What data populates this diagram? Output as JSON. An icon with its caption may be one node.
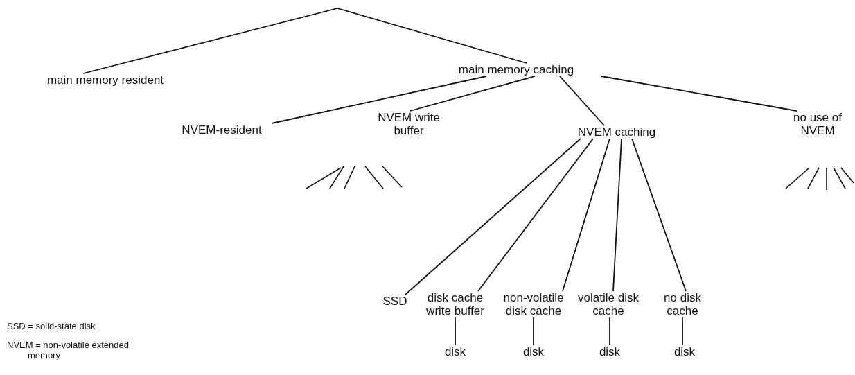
{
  "diagram": {
    "nodes": [
      {
        "text": [
          "main memory resident"
        ]
      },
      {
        "text": [
          "main memory caching"
        ]
      },
      {
        "text": [
          "NVEM-resident"
        ]
      },
      {
        "text": [
          "NVEM write buffer"
        ]
      },
      {
        "text": [
          "NVEM caching"
        ]
      },
      {
        "text": [
          "no use of NVEM"
        ]
      },
      {
        "text": [
          "SSD"
        ]
      },
      {
        "text": [
          "disk cache write buffer"
        ]
      },
      {
        "text": [
          "non-volatile disk cache"
        ]
      },
      {
        "text": [
          "volatile disk cache"
        ]
      },
      {
        "text": [
          "no disk cache"
        ]
      },
      {
        "text": [
          "disk"
        ]
      },
      {
        "text": [
          "disk"
        ]
      },
      {
        "text": [
          "disk"
        ]
      },
      {
        "text": [
          "disk"
        ]
      }
    ],
    "edges": [
      {
        "from": null,
        "to": 0,
        "arrow": "none"
      },
      {
        "from": null,
        "to": 1,
        "arrow": "none"
      },
      {
        "from": 1,
        "to": 2,
        "arrow": "none"
      },
      {
        "from": 1,
        "to": 3,
        "arrow": "none"
      },
      {
        "from": 1,
        "to": 4,
        "arrow": "none"
      },
      {
        "from": 1,
        "to": 5,
        "arrow": "none"
      },
      {
        "from": 4,
        "to": 6,
        "arrow": "none"
      },
      {
        "from": 4,
        "to": 7,
        "arrow": "none"
      },
      {
        "from": 4,
        "to": 8,
        "arrow": "none"
      },
      {
        "from": 4,
        "to": 9,
        "arrow": "none"
      },
      {
        "from": 4,
        "to": 10,
        "arrow": "none"
      },
      {
        "from": 7,
        "to": 11,
        "arrow": "none"
      },
      {
        "from": 8,
        "to": 12,
        "arrow": "none"
      },
      {
        "from": 9,
        "to": 13,
        "arrow": "none"
      },
      {
        "from": 10,
        "to": 14,
        "arrow": "none"
      }
    ],
    "labels": [
      "SSD = solid-state disk",
      "NVEM = non-volatile extended memory"
    ]
  }
}
